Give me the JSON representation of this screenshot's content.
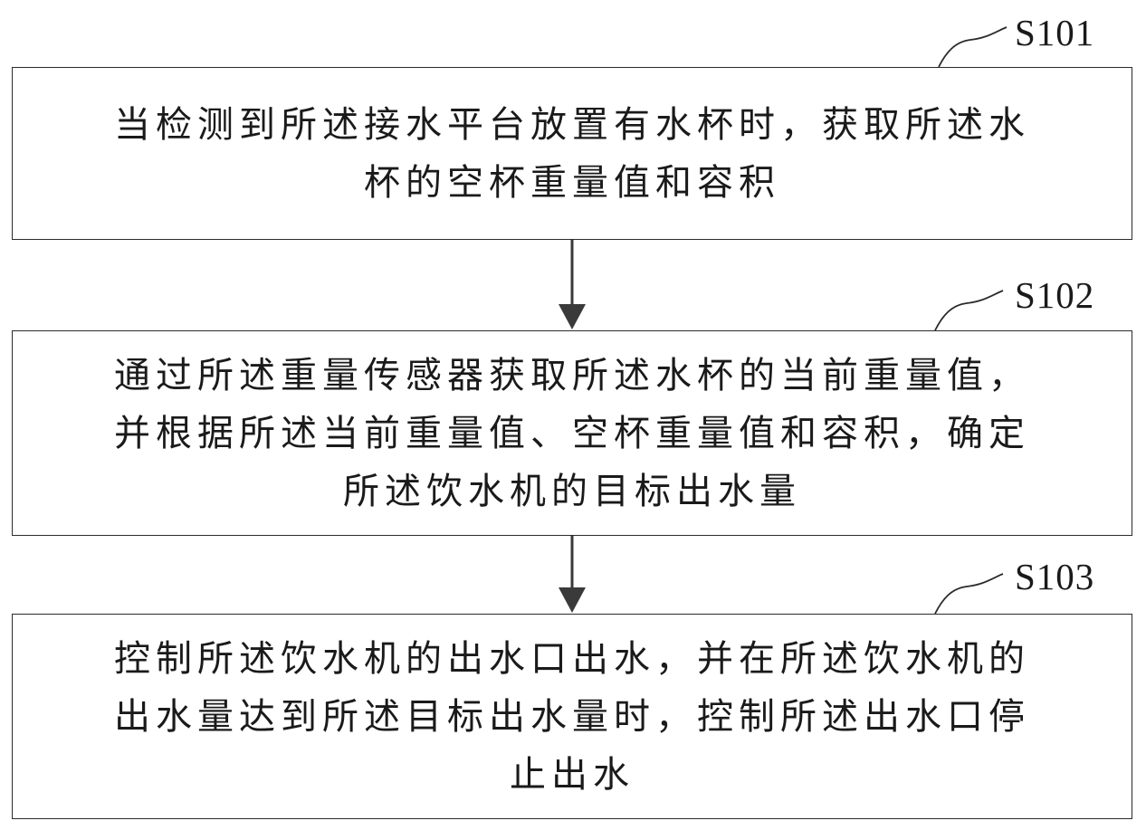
{
  "steps": [
    {
      "label": "S101",
      "text": "当检测到所述接水平台放置有水杯时，获取所述水\n杯的空杯重量值和容积"
    },
    {
      "label": "S102",
      "text": "通过所述重量传感器获取所述水杯的当前重量值，\n并根据所述当前重量值、空杯重量值和容积，确定\n所述饮水机的目标出水量"
    },
    {
      "label": "S103",
      "text": "控制所述饮水机的出水口出水，并在所述饮水机的\n出水量达到所述目标出水量时，控制所述出水口停\n止出水"
    }
  ],
  "colors": {
    "stroke": "#2b2b2b",
    "arrow": "#3a3a3a",
    "text": "#1a1a1a"
  }
}
